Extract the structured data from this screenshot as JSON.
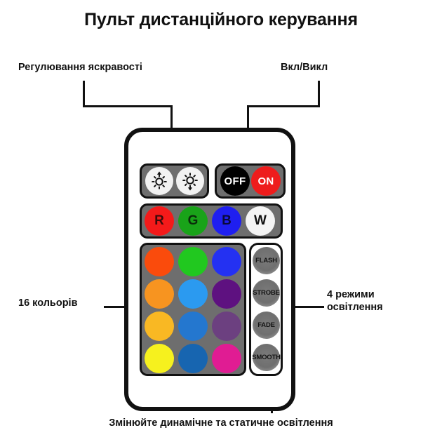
{
  "page": {
    "title": "Пульт дистанційного керування",
    "bottom_caption": "Змінюйте динамічне та статичне освітлення"
  },
  "callouts": [
    {
      "id": "brightness",
      "label": "Регулювання яскравості"
    },
    {
      "id": "power",
      "label": "Вкл/Викл"
    },
    {
      "id": "colors",
      "label": "16 кольорів"
    },
    {
      "id": "modes",
      "label": "4 режими\nосвітлення"
    }
  ],
  "remote": {
    "brightness": {
      "buttons": [
        {
          "name": "brightness-up",
          "icon": "sun-up-icon",
          "label": "",
          "bg": "#f2f2f2"
        },
        {
          "name": "brightness-down",
          "icon": "sun-down-icon",
          "label": "",
          "bg": "#f2f2f2"
        }
      ]
    },
    "power": {
      "buttons": [
        {
          "name": "off",
          "label": "OFF",
          "bg": "#000000",
          "fg": "#ffffff"
        },
        {
          "name": "on",
          "label": "ON",
          "bg": "#ee1c1c",
          "fg": "#ffffff"
        }
      ]
    },
    "colors": {
      "count_label": "16 кольорів",
      "panel_bg": "#6e6e6e",
      "rows": [
        [
          {
            "label": "R",
            "color": "#f41a1a",
            "fg": "#3d0b0b"
          },
          {
            "label": "G",
            "color": "#19a319",
            "fg": "#0b2d0b"
          },
          {
            "label": "B",
            "color": "#1f1ff0",
            "fg": "#0a0a3a"
          },
          {
            "label": "W",
            "color": "#f4f4f4",
            "fg": "#111111"
          }
        ],
        [
          {
            "label": "",
            "color": "#fa4b0c",
            "fg": ""
          },
          {
            "label": "",
            "color": "#21c81f",
            "fg": ""
          },
          {
            "label": "",
            "color": "#2431f2",
            "fg": ""
          }
        ],
        [
          {
            "label": "",
            "color": "#f79420",
            "fg": ""
          },
          {
            "label": "",
            "color": "#2b9af0",
            "fg": ""
          },
          {
            "label": "",
            "color": "#5e1180",
            "fg": ""
          }
        ],
        [
          {
            "label": "",
            "color": "#f9b823",
            "fg": ""
          },
          {
            "label": "",
            "color": "#2477cf",
            "fg": ""
          },
          {
            "label": "",
            "color": "#6c4080",
            "fg": ""
          }
        ],
        [
          {
            "label": "",
            "color": "#f6f11e",
            "fg": ""
          },
          {
            "label": "",
            "color": "#1765b0",
            "fg": ""
          },
          {
            "label": "",
            "color": "#e01c93",
            "fg": ""
          }
        ]
      ]
    },
    "modes": {
      "count_label": "4 режими освітлення",
      "buttons": [
        {
          "label": "FLASH"
        },
        {
          "label": "STROBE"
        },
        {
          "label": "FADE"
        },
        {
          "label": "SMOOTH"
        }
      ]
    }
  }
}
